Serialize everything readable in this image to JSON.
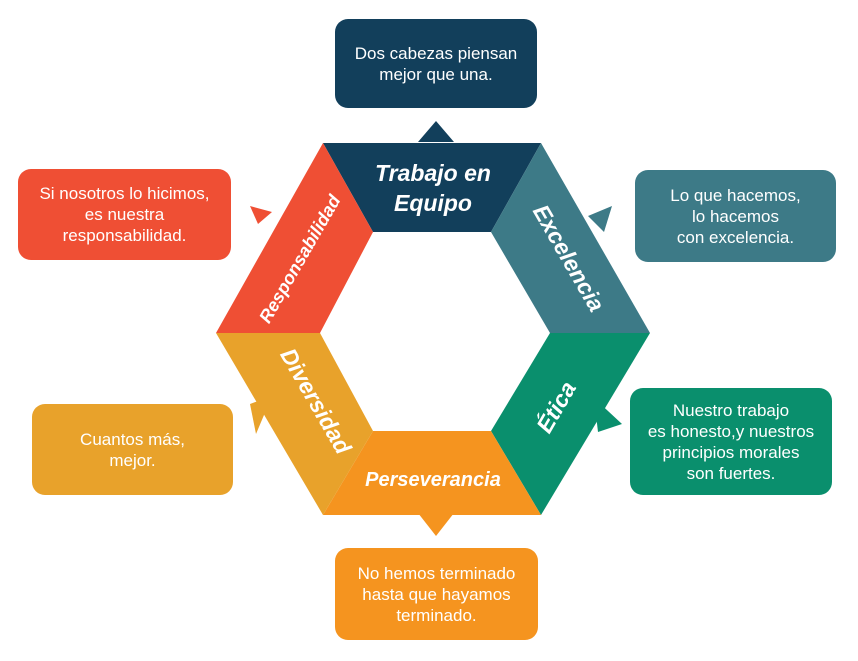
{
  "colors": {
    "navy": "#123f5b",
    "teal": "#3d7a87",
    "green": "#0a8f6d",
    "orange": "#f5941f",
    "amber": "#e8a22b",
    "red": "#ef4f34"
  },
  "segments": {
    "top": {
      "label_line1": "Trabajo en",
      "label_line2": "Equipo"
    },
    "right_upper": {
      "label": "Excelencia"
    },
    "right_lower": {
      "label": "Ética"
    },
    "bottom": {
      "label": "Perseverancia"
    },
    "left_lower": {
      "label": "Diversidad"
    },
    "left_upper": {
      "label": "Responsabilidad"
    }
  },
  "boxes": {
    "top": "Dos cabezas piensan\nmejor que una.",
    "top_right": "Lo que hacemos,\nlo hacemos\ncon excelencia.",
    "bottom_right": "Nuestro trabajo\nes honesto,y nuestros\nprincipios morales\nson fuertes.",
    "bottom": "No hemos terminado\nhasta que hayamos\nterminado.",
    "bottom_left": "Cuantos más,\nmejor.",
    "top_left": "Si nosotros lo hicimos,\nes nuestra\nresponsabilidad."
  }
}
